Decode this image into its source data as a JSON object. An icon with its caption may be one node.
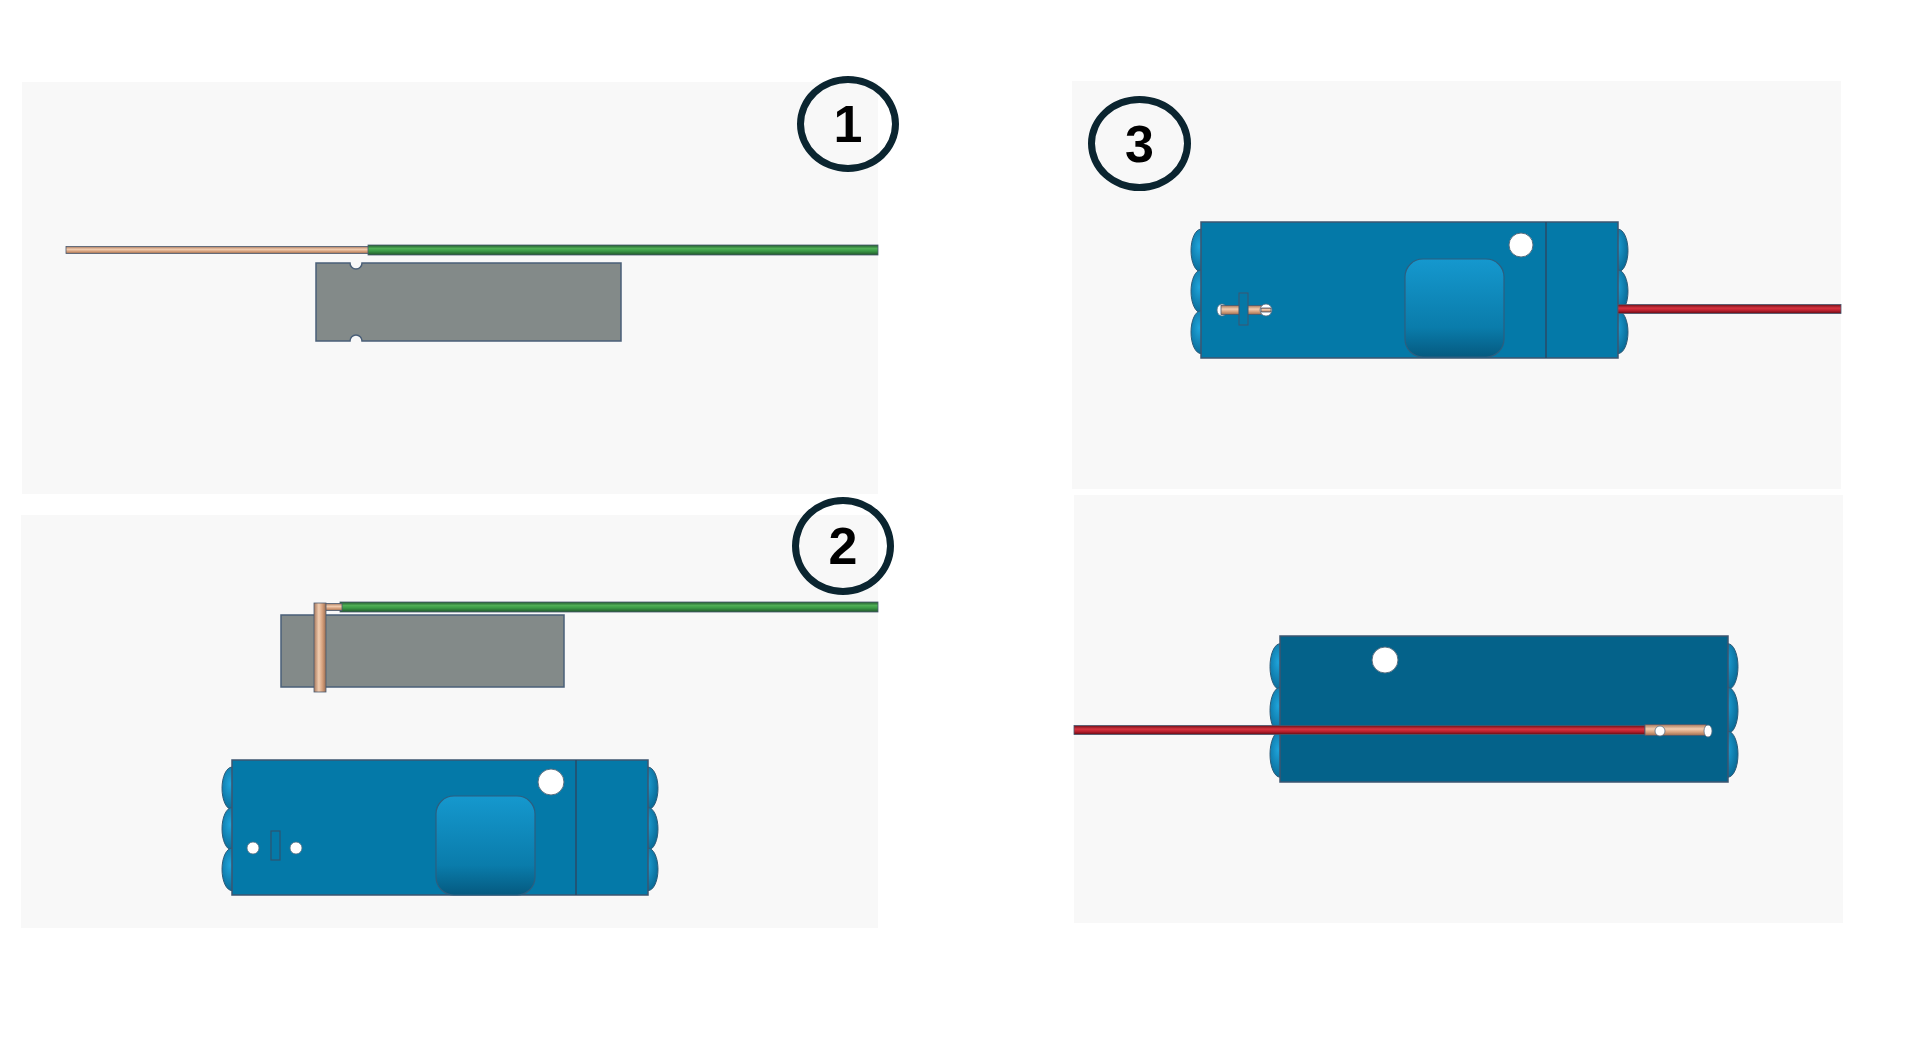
{
  "diagram": {
    "nodes": [
      {
        "text": [
          "1"
        ]
      },
      {
        "text": [
          "3"
        ]
      },
      {
        "text": [
          "2"
        ]
      }
    ]
  }
}
